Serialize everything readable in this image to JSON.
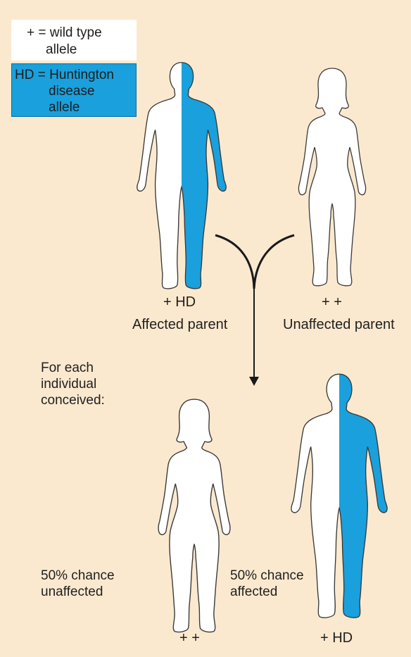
{
  "colors": {
    "background": "#fbe9cf",
    "hd_blue": "#1aa0dc",
    "outline": "#3a3a3a",
    "figure_fill": "#ffffff"
  },
  "legend": {
    "wild_line1": "+ = wild type",
    "wild_line2": "allele",
    "hd_line1": "HD = Huntington",
    "hd_line2": "disease",
    "hd_line3": "allele"
  },
  "parents": {
    "affected": {
      "genotype": "+ HD",
      "label": "Affected parent"
    },
    "unaffected": {
      "genotype": "+ +",
      "label": "Unaffected parent"
    }
  },
  "offspring": {
    "intro_line1": "For each",
    "intro_line2": "individual",
    "intro_line3": "conceived:",
    "unaffected": {
      "line1": "50% chance",
      "line2": "unaffected",
      "genotype": "+ +"
    },
    "affected": {
      "line1": "50% chance",
      "line2": "affected",
      "genotype": "+ HD"
    }
  }
}
